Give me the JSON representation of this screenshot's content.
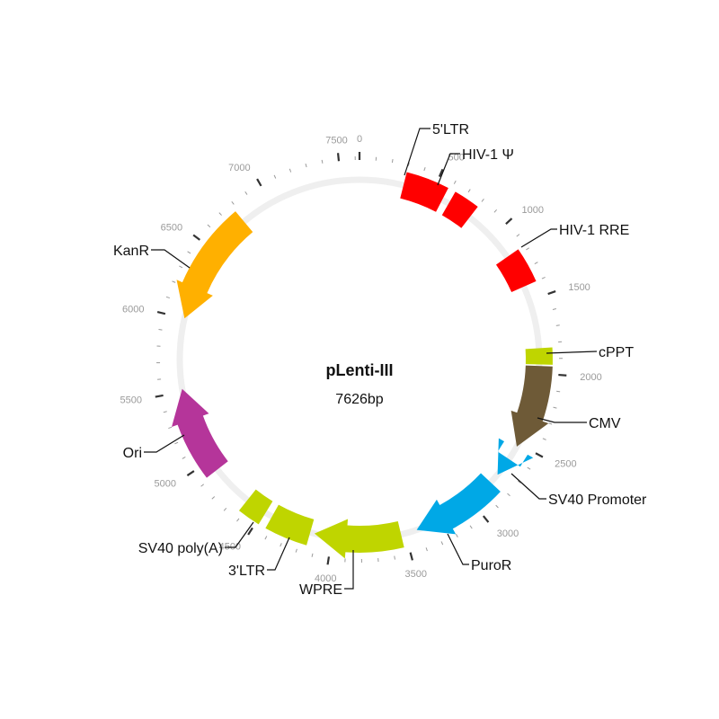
{
  "plasmid": {
    "name": "pLenti-III",
    "length_label": "7626bp",
    "length_bp": 7626,
    "backbone_color": "#efefef"
  },
  "ticks": {
    "major_labels": [
      "0",
      "500",
      "1000",
      "1500",
      "2000",
      "2500",
      "3000",
      "3500",
      "4000",
      "4500",
      "5000",
      "5500",
      "6000",
      "6500",
      "7000",
      "7500"
    ],
    "major_values": [
      0,
      500,
      1000,
      1500,
      2000,
      2500,
      3000,
      3500,
      4000,
      4500,
      5000,
      5500,
      6000,
      6500,
      7000,
      7500
    ],
    "minor_step_bp": 100
  },
  "features": [
    {
      "label": "5'LTR",
      "start": 300,
      "end": 580,
      "strand": 0,
      "color": "#ff0000"
    },
    {
      "label": "HIV-1 Ψ",
      "start": 630,
      "end": 800,
      "strand": 0,
      "color": "#ff0000"
    },
    {
      "label": "HIV-1 RRE",
      "start": 1170,
      "end": 1400,
      "strand": 0,
      "color": "#ff0000"
    },
    {
      "label": "cPPT",
      "start": 1830,
      "end": 1940,
      "strand": 0,
      "color": "#bfd500"
    },
    {
      "label": "CMV",
      "start": 1950,
      "end": 2520,
      "strand": 1,
      "color": "#6e5a37"
    },
    {
      "label": "SV40 Promoter",
      "start": 2620,
      "end": 2750,
      "strand": 1,
      "color": "#00a8e6"
    },
    {
      "label": "PuroR",
      "start": 2820,
      "end": 3420,
      "strand": 1,
      "color": "#00a8e6"
    },
    {
      "label": "WPRE",
      "start": 3530,
      "end": 4120,
      "strand": 1,
      "color": "#bfd500"
    },
    {
      "label": "3'LTR",
      "start": 4150,
      "end": 4430,
      "strand": 0,
      "color": "#bfd500"
    },
    {
      "label": "SV40 poly(A)",
      "start": 4480,
      "end": 4630,
      "strand": 0,
      "color": "#bfd500"
    },
    {
      "label": "Ori",
      "start": 4920,
      "end": 5520,
      "strand": 1,
      "color": "#b5359a"
    },
    {
      "label": "KanR",
      "start": 6000,
      "end": 6780,
      "strand": -1,
      "color": "#ffb000"
    }
  ]
}
